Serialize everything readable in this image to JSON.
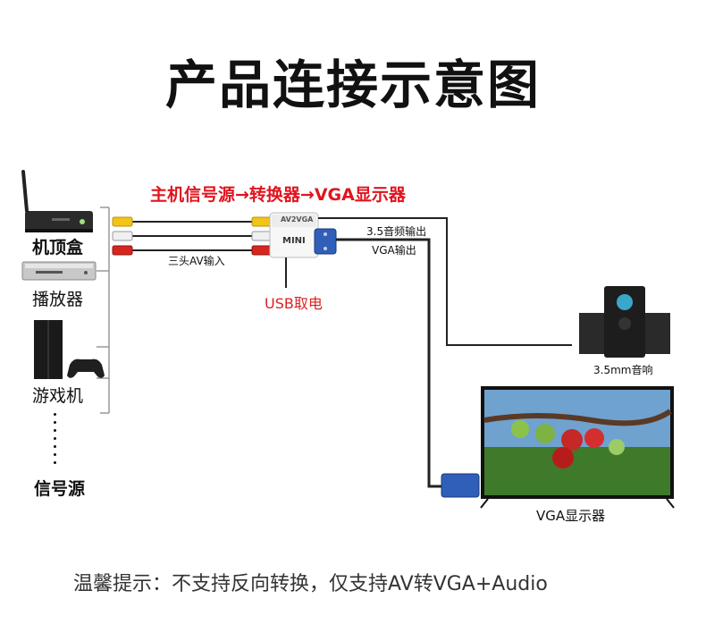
{
  "title": "产品连接示意图",
  "flow_text": "主机信号源→转换器→VGA显示器",
  "devices": {
    "set_top_box": "机顶盒",
    "player": "播放器",
    "game_console": "游戏机",
    "signal_source": "信号源"
  },
  "labels": {
    "av_input": "三头AV输入",
    "audio_out": "3.5音频输出",
    "vga_out": "VGA输出",
    "usb_power": "USB取电",
    "speaker": "3.5mm音响",
    "monitor": "VGA显示器"
  },
  "converter": {
    "brand_text": "AV2VGA",
    "model_text": "MINI"
  },
  "tip": "温馨提示：不支持反向转换，仅支持AV转VGA+Audio",
  "colors": {
    "accent_red": "#e0141e",
    "rca_yellow": "#f2c318",
    "rca_white": "#f0f0f0",
    "rca_red": "#d8261e",
    "vga_blue": "#2f5fb8"
  }
}
